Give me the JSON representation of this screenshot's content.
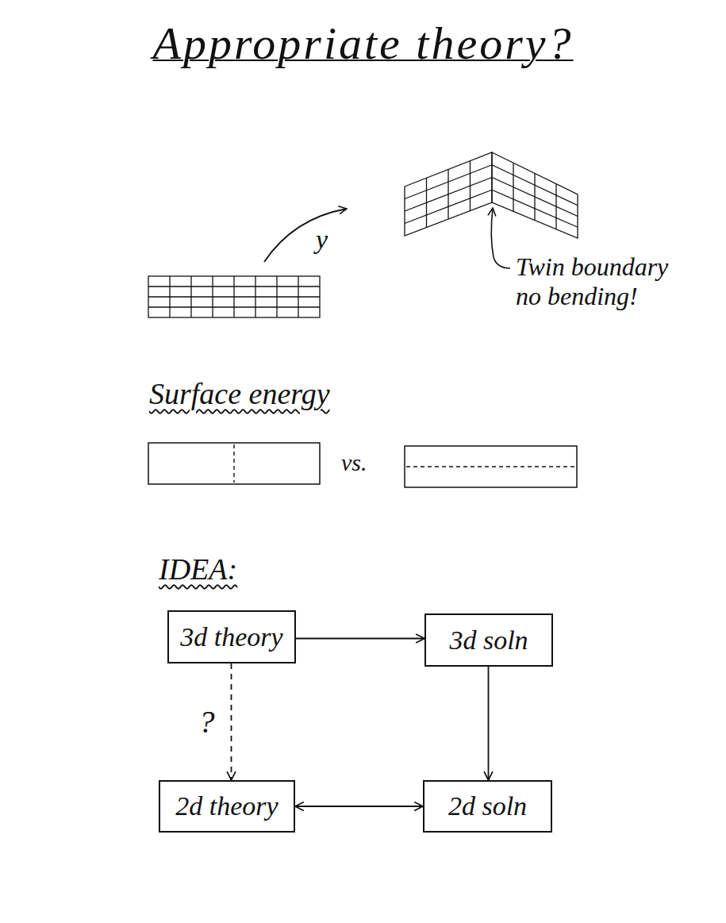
{
  "diagram": {
    "title": "Appropriate theory?",
    "nodes": [
      {
        "text": [
          "3d theory"
        ]
      },
      {
        "text": [
          "3d soln"
        ]
      },
      {
        "text": [
          "2d theory"
        ]
      },
      {
        "text": [
          "2d soln"
        ]
      }
    ],
    "edges": [
      {
        "from": 0,
        "to": 1,
        "arrow": "to"
      },
      {
        "from": 0,
        "to": 2,
        "label": "?",
        "arrow": "to"
      },
      {
        "from": 1,
        "to": 3,
        "arrow": "to"
      },
      {
        "from": 2,
        "to": 3,
        "arrow": "both"
      }
    ],
    "labels": [
      "y",
      "Twin boundary no bending!",
      "Surface energy",
      "vs.",
      "IDEA:"
    ]
  }
}
